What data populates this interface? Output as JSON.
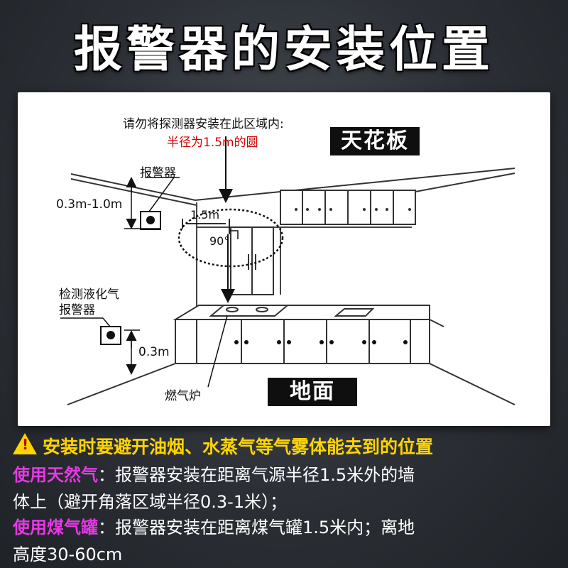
{
  "title": "报警器的安装位置",
  "diagram": {
    "note_line1": "请勿将探测器安装在此区域内:",
    "note_line2": "半径为1.5m的圆",
    "ceiling_label": "天花板",
    "floor_label": "地面",
    "alarm_label": "报警器",
    "distance_top": "0.3m-1.0m",
    "radius_label": "1.5m",
    "angle_label": "90°",
    "lpg_label_line1": "检测液化气",
    "lpg_label_line2": "报警器",
    "lpg_height": "0.3m",
    "stove_label": "燃气炉"
  },
  "warning": "安装时要避开油烟、水蒸气等气雾体能去到的位置",
  "natural_gas": {
    "heading": "使用天然气",
    "text_line1": "：报警器安装在距离气源半径1.5米外的墙",
    "text_line2": "体上（避开角落区域半径0.3-1米）；"
  },
  "lpg_tank": {
    "heading": "使用煤气罐",
    "text_line1": "：报警器安装在距离煤气罐1.5米内；离地",
    "text_line2": "高度30-60cm"
  },
  "colors": {
    "warning": "#ffd400",
    "highlight": "#e639e6",
    "note_red": "#d40000"
  }
}
